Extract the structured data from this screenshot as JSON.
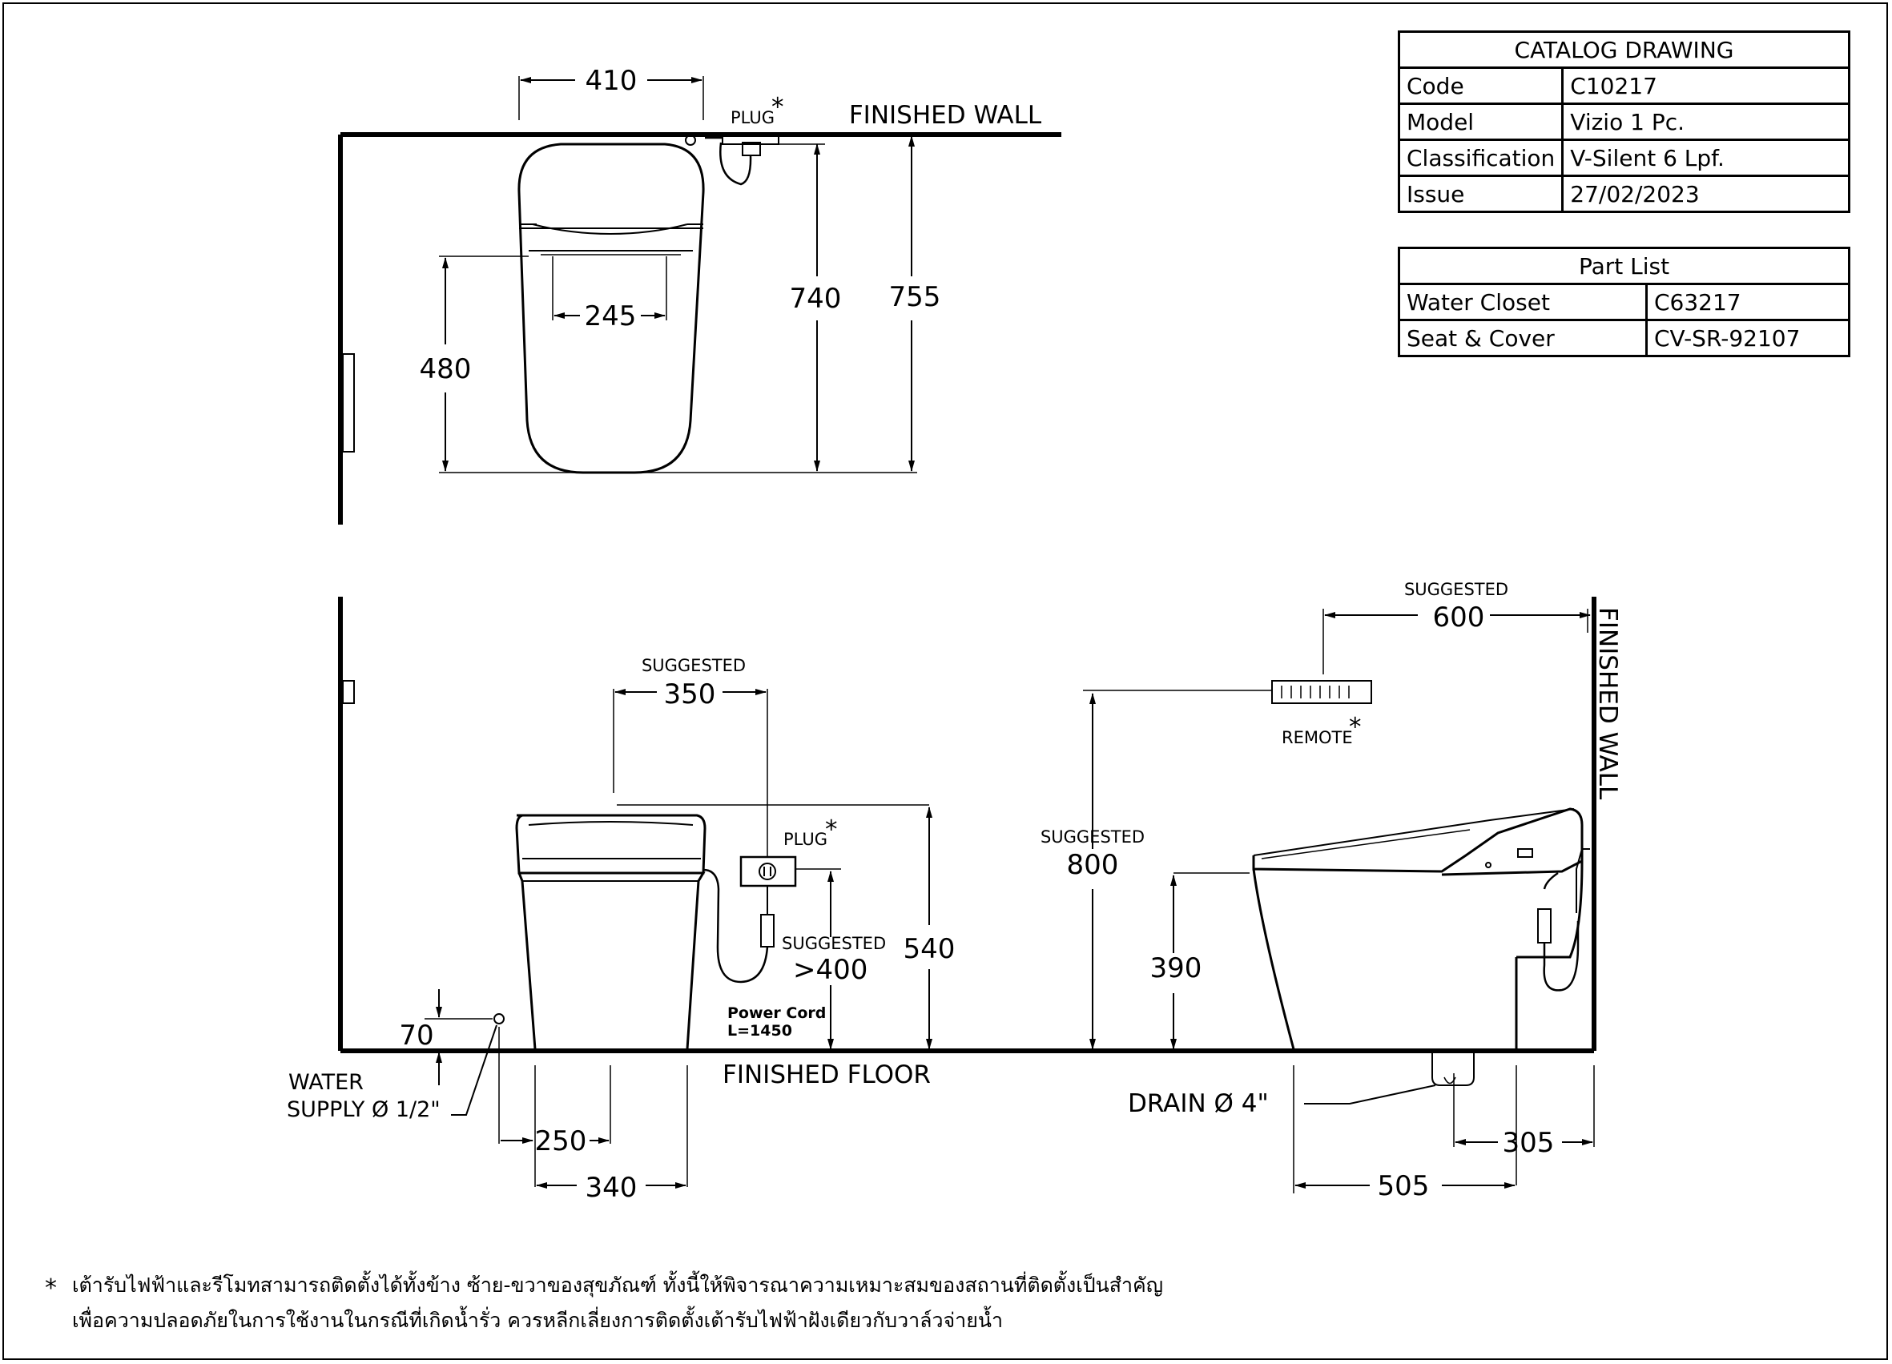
{
  "title_block": {
    "heading": "CATALOG DRAWING",
    "rows": [
      {
        "key": "Code",
        "value": "C10217"
      },
      {
        "key": "Model",
        "value": "Vizio 1 Pc."
      },
      {
        "key": "Classification",
        "value": "V-Silent 6 Lpf."
      },
      {
        "key": "Issue",
        "value": "27/02/2023"
      }
    ]
  },
  "part_list": {
    "heading": "Part List",
    "rows": [
      {
        "name": "Water Closet",
        "code": "C63217"
      },
      {
        "name": "Seat & Cover",
        "code": "CV-SR-92107"
      }
    ]
  },
  "top_view": {
    "wall_label": "FINISHED WALL",
    "plug_label": "PLUG",
    "asterisk": "*",
    "dim_width": "410",
    "dim_seat_holes": "245",
    "dim_480": "480",
    "dim_740": "740",
    "dim_755": "755"
  },
  "front_view": {
    "suggested": "SUGGESTED",
    "dim_350": "350",
    "plug_label": "PLUG",
    "asterisk": "*",
    "dim_400": ">400",
    "power_cord": "Power Cord",
    "cord_length": "L=1450",
    "dim_540": "540",
    "dim_70": "70",
    "water_supply_l1": "WATER",
    "water_supply_l2": "SUPPLY Ø 1/2\"",
    "floor_label": "FINISHED FLOOR",
    "dim_250": "250",
    "dim_340": "340"
  },
  "side_view": {
    "suggested": "SUGGESTED",
    "dim_600": "600",
    "remote_label": "REMOTE",
    "asterisk": "*",
    "dim_800": "800",
    "dim_390": "390",
    "wall_label": "FINISHED WALL",
    "drain_label": "DRAIN Ø 4\"",
    "dim_505": "505",
    "dim_305": "305"
  },
  "footnote": {
    "star": "*",
    "line1": "เต้ารับไฟฟ้าและรีโมทสามารถติดตั้งได้ทั้งข้าง ซ้าย-ขวาของสุขภัณฑ์ ทั้งนี้ให้พิจารณาความเหมาะสมของสถานที่ติดตั้งเป็นสำคัญ",
    "line2": "เพื่อความปลอดภัยในการใช้งานในกรณีที่เกิดน้ำรั่ว ควรหลีกเลี่ยงการติดตั้งเต้ารับไฟฟ้าฝังเดียวกับวาล์วจ่ายน้ำ"
  }
}
